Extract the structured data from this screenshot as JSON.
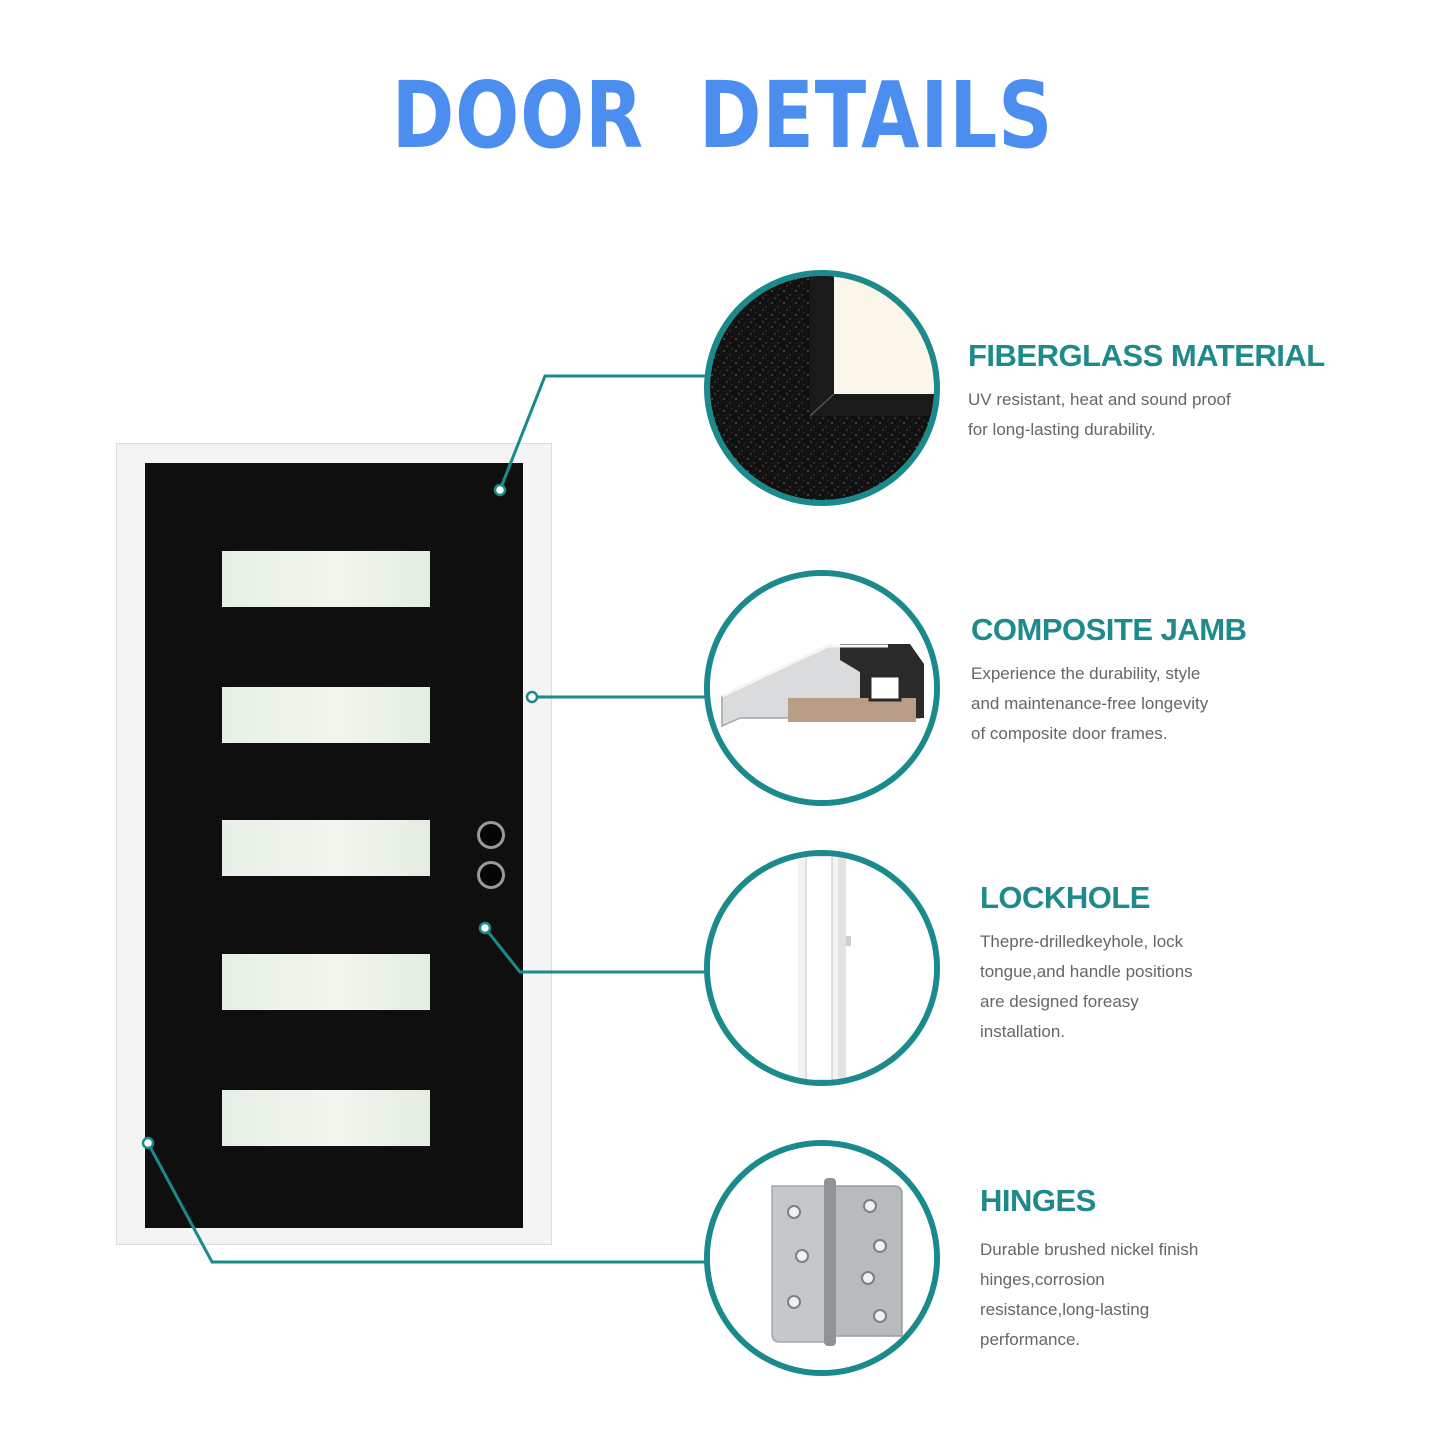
{
  "title": "DOOR   DETAILS",
  "colors": {
    "title": "#4b8ef0",
    "accent": "#1b8a8c",
    "heading": "#1f8a8b",
    "body_text": "#666666",
    "door_panel": "#0f0f0f",
    "door_frame": "#f4f4f4",
    "glass": "#eef4ec"
  },
  "door": {
    "glass_panel_count": 5,
    "lockhole_count": 2
  },
  "features": [
    {
      "title": "FIBERGLASS MATERIAL",
      "description": "UV resistant, heat and sound proof for long-lasting durability.",
      "image": "fiberglass-corner-closeup"
    },
    {
      "title": "COMPOSITE JAMB",
      "description": "Experience the durability, style and maintenance-free longevity of composite door frames.",
      "image": "composite-jamb-profile"
    },
    {
      "title": "LOCKHOLE",
      "description": "Thepre-drilledkeyhole, lock tongue,and handle positions are designed foreasy installation.",
      "image": "lockhole-edge-closeup"
    },
    {
      "title": "HINGES",
      "description": "Durable brushed nickel finish hinges,corrosion resistance,long-lasting performance.",
      "image": "brushed-nickel-hinge"
    }
  ]
}
